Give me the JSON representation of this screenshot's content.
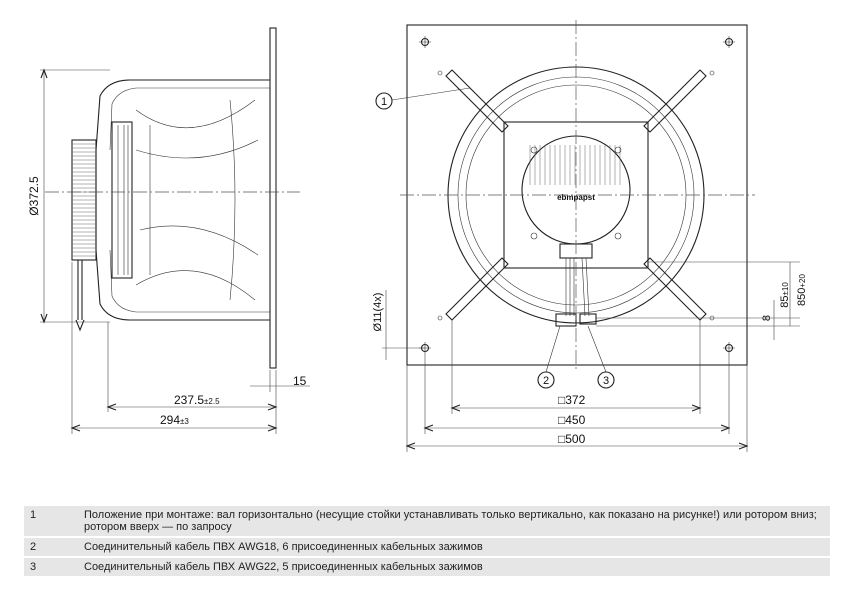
{
  "dimensions": {
    "diameter": "Ø372.5",
    "len_237": "237.5",
    "tol_237": "±2.5",
    "len_294": "294",
    "tol_294": "±3",
    "len_15": "15",
    "hole": "Ø11(4x)",
    "sq372": "□372",
    "sq450": "□450",
    "sq500": "□500",
    "d85": "85",
    "tol_85": "±10",
    "d850": "850",
    "tol_850": "+20",
    "d8": "8"
  },
  "callouts": [
    "1",
    "2",
    "3"
  ],
  "brand": "ebmpapst",
  "legend": [
    {
      "num": "1",
      "text": "Положение при монтаже: вал горизонтально (несущие стойки устанавливать только вертикально, как показано на рисунке!) или ротором вниз; ротором вверх — по запросу"
    },
    {
      "num": "2",
      "text": "Соединительный кабель ПВХ AWG18, 6 присоединенных кабельных зажимов"
    },
    {
      "num": "3",
      "text": "Соединительный кабель ПВХ AWG22, 5 присоединенных кабельных зажимов"
    }
  ]
}
